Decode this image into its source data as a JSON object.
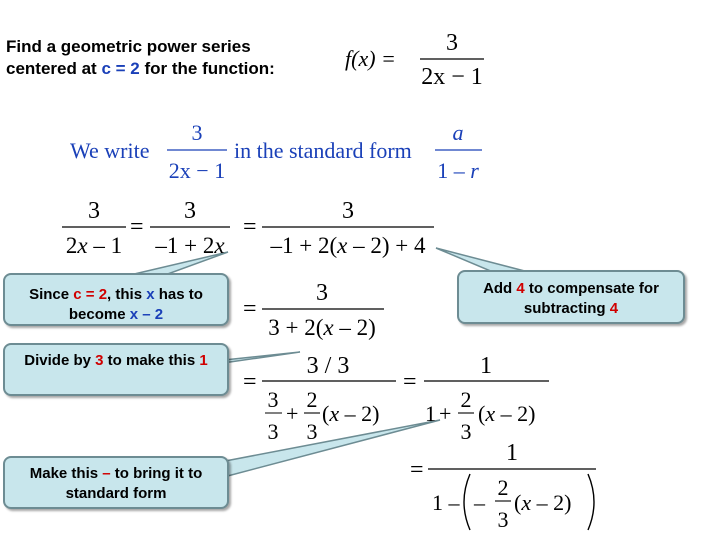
{
  "header": {
    "line1": "Find a geometric power series",
    "line2_pre": "centered at ",
    "line2_c": "c = 2",
    "line2_post": " for the function:"
  },
  "function_def": {
    "lhs": "f(x) =",
    "num": "3",
    "den": "2x − 1"
  },
  "standard_form": {
    "we_write": "We write",
    "num": "3",
    "den": "2x − 1",
    "in_the": "in the standard form",
    "a": "a",
    "den2": "1 − r"
  },
  "callouts": {
    "since": {
      "t1": "Since ",
      "c": "c = 2",
      "t2": ", this ",
      "x": "x",
      "t3": " has to become ",
      "expr": "x – 2"
    },
    "add4": {
      "t1": "Add ",
      "n": "4",
      "t2": " to compensate for subtracting ",
      "n2": "4"
    },
    "divide": {
      "t1": "Divide by ",
      "n": "3",
      "t2": " to make this ",
      "n2": "1"
    },
    "make": {
      "t1": "Make this ",
      "minus": "–",
      "t2": " to bring it to standard form"
    }
  },
  "colors": {
    "blue": "#1a40b8",
    "red": "#d00000",
    "callout_fill": "#c8e6ec",
    "callout_border": "#6d8c93"
  }
}
